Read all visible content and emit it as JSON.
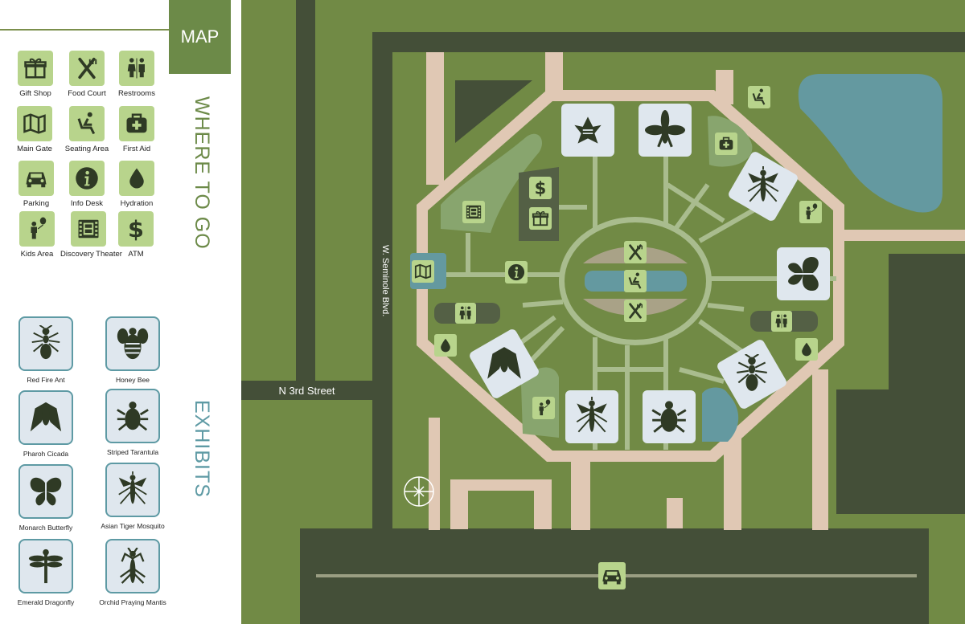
{
  "sidebar": {
    "map_tab": "MAP",
    "where_heading": "WHERE TO GO",
    "exhibits_heading": "EXHIBITS",
    "amenities": [
      {
        "label": "Gift Shop",
        "icon": "gift-icon"
      },
      {
        "label": "Food Court",
        "icon": "fork-knife-icon"
      },
      {
        "label": "Restrooms",
        "icon": "restroom-icon"
      },
      {
        "label": "Main Gate",
        "icon": "map-icon"
      },
      {
        "label": "Seating Area",
        "icon": "seat-icon"
      },
      {
        "label": "First Aid",
        "icon": "first-aid-icon"
      },
      {
        "label": "Parking",
        "icon": "car-icon"
      },
      {
        "label": "Info Desk",
        "icon": "info-icon"
      },
      {
        "label": "Hydration",
        "icon": "water-drop-icon"
      },
      {
        "label": "Kids Area",
        "icon": "child-balloon-icon"
      },
      {
        "label": "Discovery Theater",
        "icon": "film-icon"
      },
      {
        "label": "ATM",
        "icon": "dollar-icon"
      }
    ],
    "exhibits": [
      {
        "label": "Red Fire Ant",
        "icon": "ant-icon"
      },
      {
        "label": "Honey Bee",
        "icon": "bee-icon"
      },
      {
        "label": "Pharoh Cicada",
        "icon": "cicada-icon"
      },
      {
        "label": "Striped Tarantula",
        "icon": "tarantula-icon"
      },
      {
        "label": "Monarch Butterfly",
        "icon": "butterfly-icon"
      },
      {
        "label": "Asian Tiger Mosquito",
        "icon": "mosquito-icon"
      },
      {
        "label": "Emerald Dragonfly",
        "icon": "dragonfly-icon"
      },
      {
        "label": "Orchid Praying Mantis",
        "icon": "mantis-icon"
      }
    ]
  },
  "map": {
    "street_label": "N 3rd Street",
    "blvd_label": "W. Seminole Blvd."
  },
  "colors": {
    "grass": "#718a45",
    "road": "#444f38",
    "path": "#e0c8b4",
    "water": "#6499a0",
    "icon_bg": "#b8d48c",
    "exhibit_bg": "#dfe7ee",
    "heading_green": "#6c8a48",
    "heading_blue": "#5e9aa4"
  }
}
